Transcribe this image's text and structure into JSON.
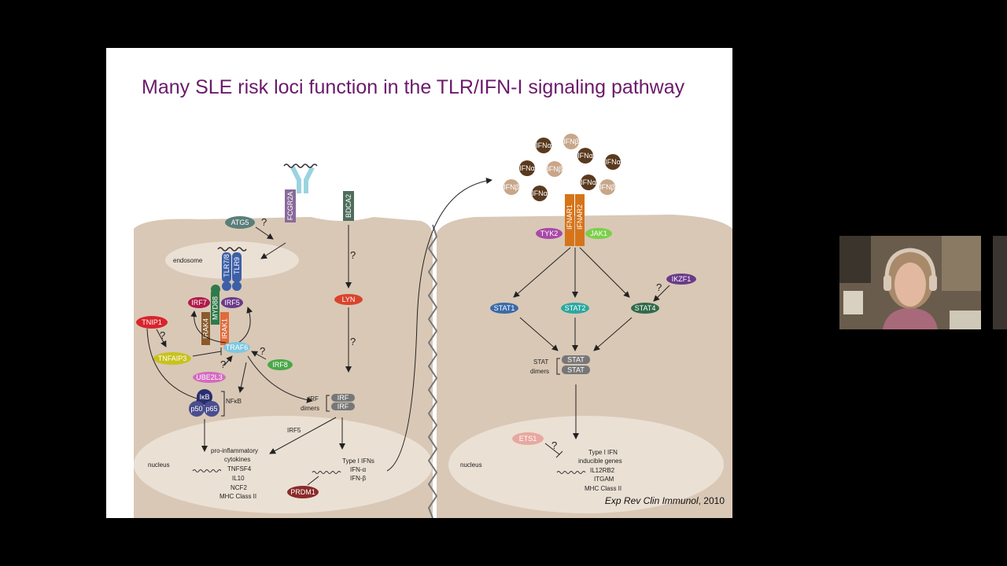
{
  "slide": {
    "title": "Many SLE risk loci function in the TLR/IFN-I signaling pathway",
    "citation_journal": "Exp Rev Clin Immunol",
    "citation_year": ", 2010"
  },
  "left_panel": {
    "endosome": "endosome",
    "nucleus": "nucleus",
    "proteins": {
      "atg5": "ATG5",
      "fcgr2a": "FCGR2A",
      "bdca2": "BDCA2",
      "tlr78": "TLR7/8",
      "tlr9": "TLR9",
      "irf7": "IRF7",
      "irf5": "IRF5",
      "myd88": "MYD88",
      "irak4": "IRAK4",
      "irak1": "IRAK1",
      "tnip1": "TNIP1",
      "tnfaip3": "TNFAIP3",
      "traf6": "TRAF6",
      "irf8": "IRF8",
      "ube2l3": "UBE2L3",
      "ikb": "IκB",
      "p50": "p50",
      "p65": "p65",
      "lyn": "LYN",
      "prdm1": "PRDM1"
    },
    "nfkb": "NFκB",
    "irf_dimers_label_1": "IRF",
    "irf_dimers_label_2": "dimers",
    "irf_a": "IRF",
    "irf_b": "IRF",
    "irf5_arrow": "IRF5",
    "cytokines": [
      "pro-inflammatory",
      "cytokines",
      "TNFSF4",
      "IL10",
      "NCF2",
      "MHC Class II"
    ],
    "type1": [
      "Type I IFNs",
      "IFN-α",
      "IFN-β"
    ],
    "question": "?"
  },
  "right_panel": {
    "nucleus": "nucleus",
    "ifn_alpha": "IFNα",
    "ifn_beta": "IFNβ",
    "ifnar1": "IFNAR1",
    "ifnar2": "IFNAR2",
    "tyk2": "TYK2",
    "jak1": "JAK1",
    "ikzf1": "IKZF1",
    "stat1": "STAT1",
    "stat2": "STAT2",
    "stat4": "STAT4",
    "stat_dimers_1": "STAT",
    "stat_dimers_2": "dimers",
    "stat_a": "STAT",
    "stat_b": "STAT",
    "ets1": "ETS1",
    "genes": [
      "Type I IFN",
      "inducible genes",
      "IL12RB2",
      "ITGAM",
      "MHC Class II"
    ]
  },
  "colors": {
    "cell": "#d9c8b6",
    "nucleus": "#ebe0d4",
    "title": "#6b1a6b"
  }
}
